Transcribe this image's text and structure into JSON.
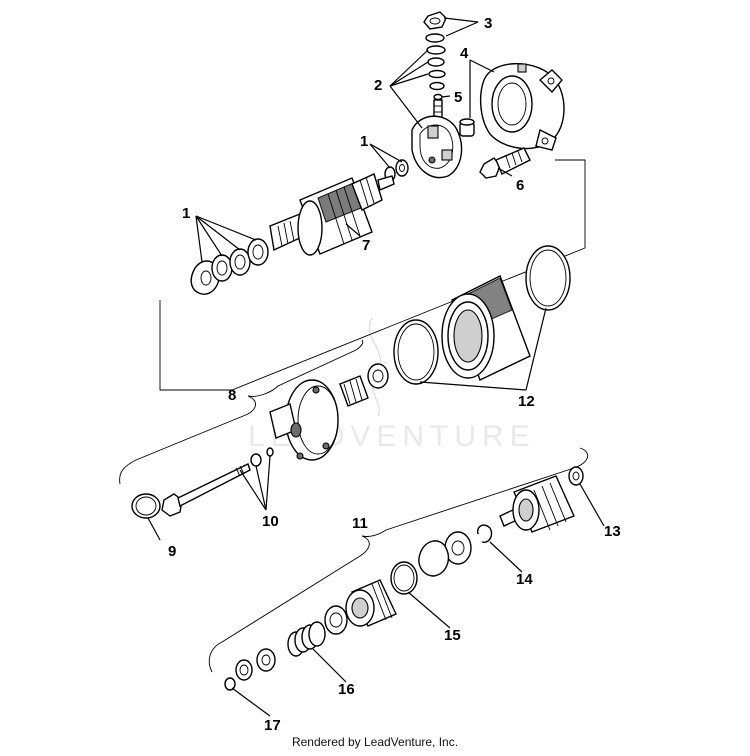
{
  "diagram": {
    "watermark": "LEADVENTURE",
    "footer": "Rendered by LeadVenture, Inc.",
    "callouts": {
      "c1a": "1",
      "c1b": "1",
      "c2": "2",
      "c3": "3",
      "c4": "4",
      "c5": "5",
      "c6": "6",
      "c7": "7",
      "c8": "8",
      "c9": "9",
      "c10": "10",
      "c11": "11",
      "c12": "12",
      "c13": "13",
      "c14": "14",
      "c15": "15",
      "c16": "16",
      "c17": "17"
    }
  }
}
